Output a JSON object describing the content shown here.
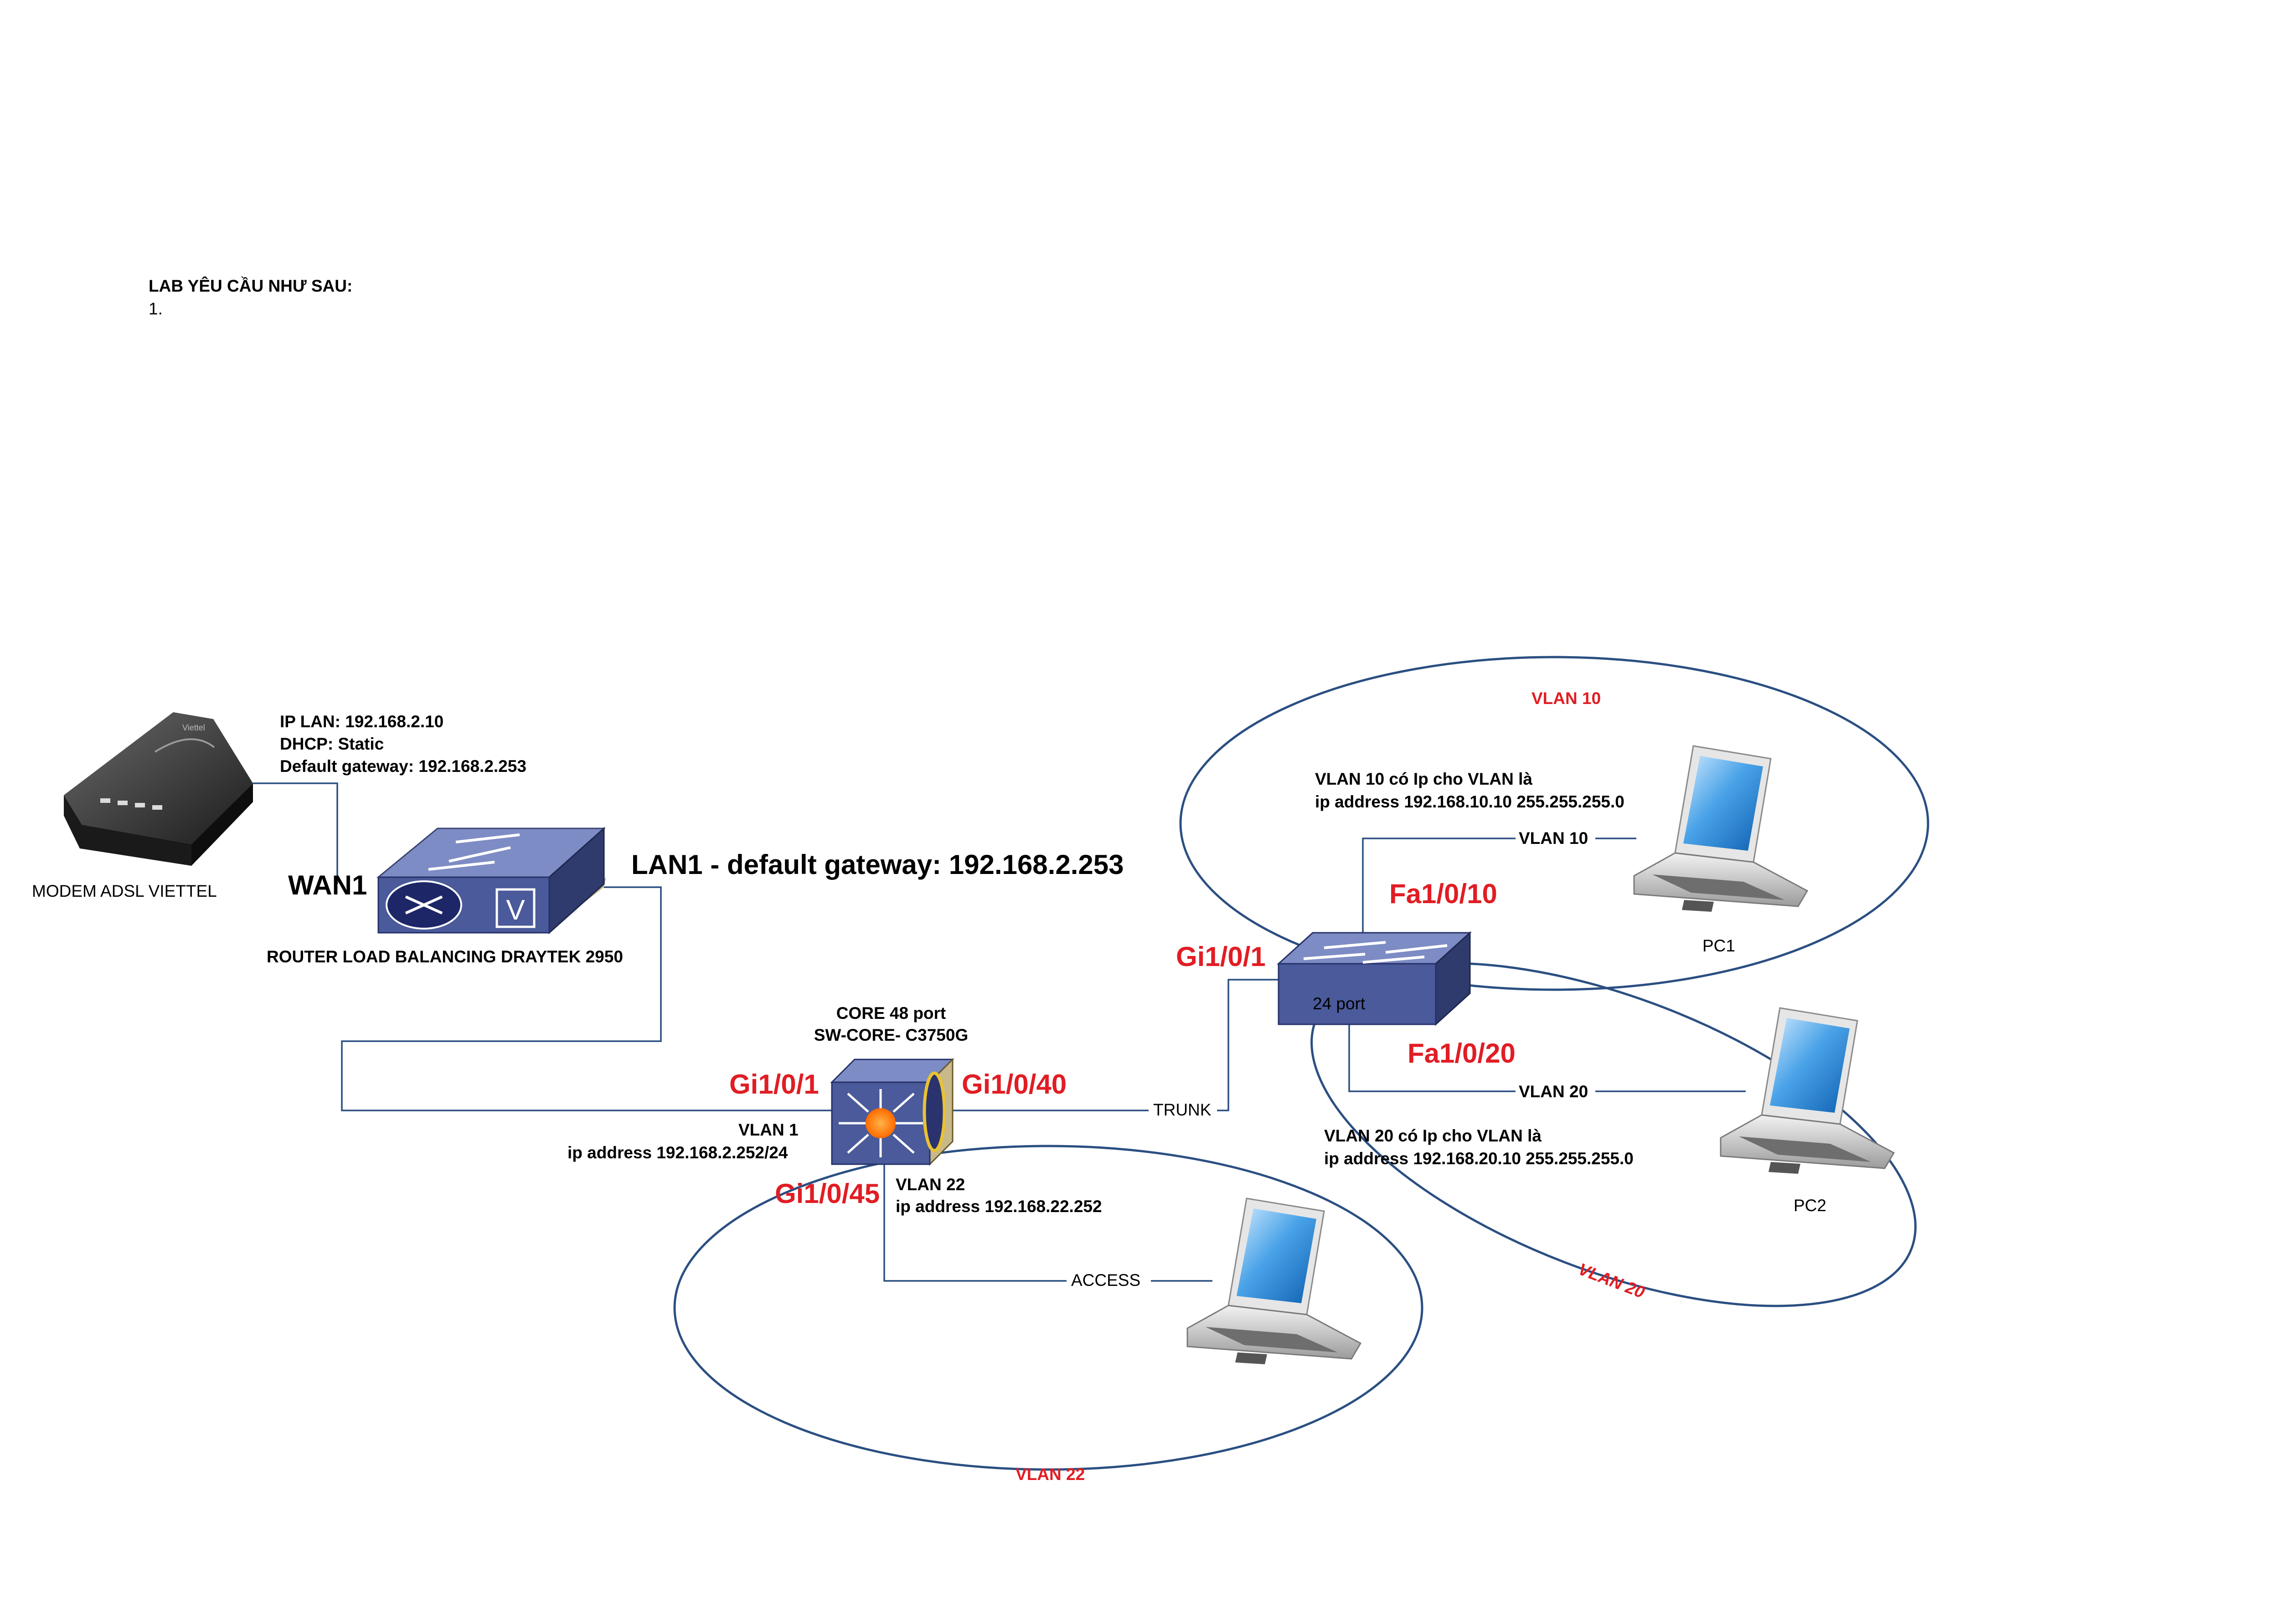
{
  "header": {
    "title": "LAB YÊU CẦU NHƯ SAU:",
    "item1": "1."
  },
  "modem": {
    "label": "MODEM ADSL VIETTEL",
    "brand": "Viettel",
    "info": [
      "IP LAN: 192.168.2.10",
      "DHCP: Static",
      "Default gateway: 192.168.2.253"
    ]
  },
  "router": {
    "label": "ROUTER LOAD BALANCING DRAYTEK 2950",
    "wan_port": "WAN1",
    "lan_port": "LAN1 - default gateway: 192.168.2.253",
    "badge": "V"
  },
  "core_switch": {
    "title": "CORE 48 port",
    "name": "SW-CORE- C3750G",
    "port_left": "Gi1/0/1",
    "port_right": "Gi1/0/40",
    "port_bottom": "Gi1/0/45",
    "vlan1": [
      "VLAN 1",
      "ip address 192.168.2.252/24"
    ],
    "vlan22": [
      "VLAN 22",
      "ip address 192.168.22.252"
    ]
  },
  "access_switch": {
    "label": "24 port",
    "uplink_port": "Gi1/0/1",
    "port_vlan10": "Fa1/0/10",
    "port_vlan20": "Fa1/0/20"
  },
  "links": {
    "trunk": "TRUNK",
    "access": "ACCESS",
    "vlan10_link": "VLAN 10",
    "vlan20_link": "VLAN 20"
  },
  "vlan10": {
    "zone_label": "VLAN 10",
    "info": [
      "VLAN 10 có Ip cho VLAN là",
      "ip address 192.168.10.10 255.255.255.0"
    ]
  },
  "vlan20": {
    "zone_label": "VLAN 20",
    "info": [
      "VLAN 20 có Ip cho VLAN là",
      "ip address 192.168.20.10 255.255.255.0"
    ]
  },
  "vlan22": {
    "zone_label": "VLAN 22"
  },
  "pcs": {
    "pc1": "PC1",
    "pc2": "PC2"
  },
  "colors": {
    "accent_red": "#e11d24",
    "link_blue": "#2b4f82",
    "device_blue": "#4a5a9a",
    "device_top": "#7d8cc4"
  },
  "icons": [
    "modem-icon",
    "router-icon",
    "layer3-switch-icon",
    "switch-icon",
    "laptop-icon"
  ]
}
